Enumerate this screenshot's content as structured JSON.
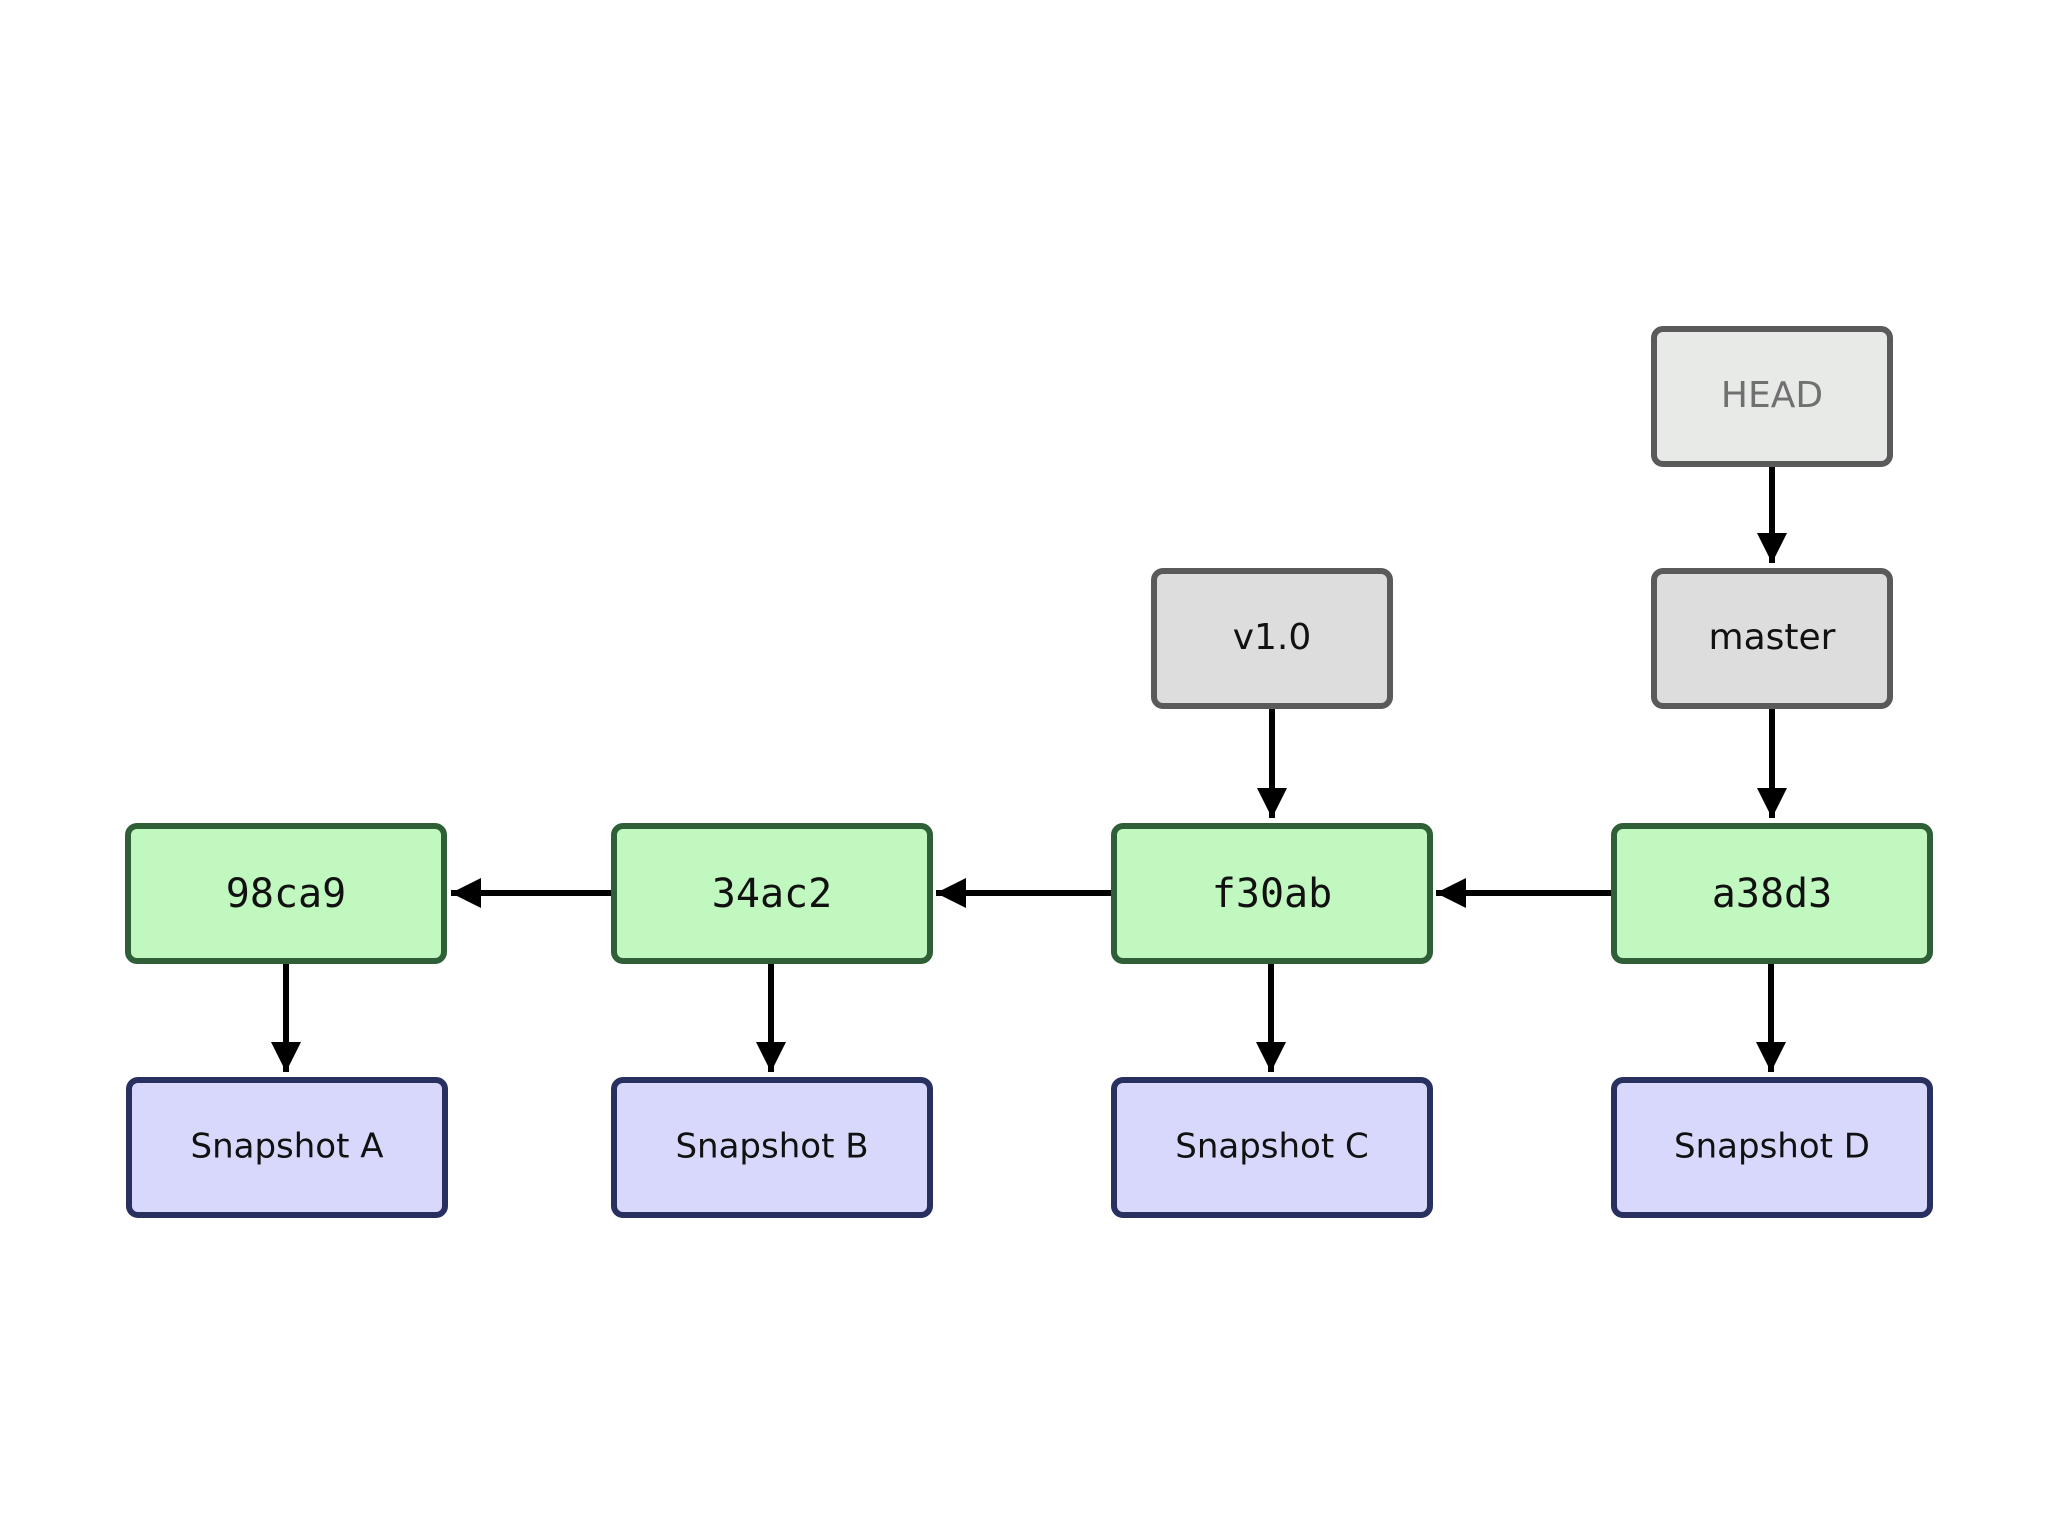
{
  "refs": {
    "head": "HEAD",
    "master": "master",
    "tag": "v1.0"
  },
  "commits": [
    {
      "id": "98ca9",
      "snapshot": "Snapshot A"
    },
    {
      "id": "34ac2",
      "snapshot": "Snapshot B"
    },
    {
      "id": "f30ab",
      "snapshot": "Snapshot C"
    },
    {
      "id": "a38d3",
      "snapshot": "Snapshot D"
    }
  ],
  "colors": {
    "commit_fill": "#c0f8c0",
    "commit_stroke": "#2f5f36",
    "snapshot_fill": "#d8d8fc",
    "snapshot_stroke": "#283060",
    "ref_fill": "#dddddd",
    "ref_stroke": "#5a5a5a",
    "head_fill": "#e8eae8",
    "head_text": "#707070",
    "arrow": "#000000"
  }
}
